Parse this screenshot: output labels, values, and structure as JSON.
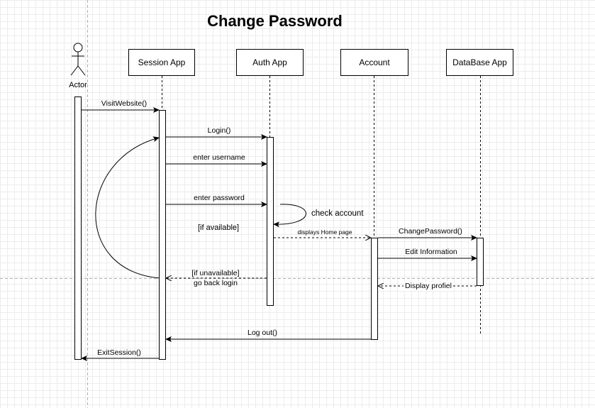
{
  "title": "Change Password",
  "actor": {
    "label": "Actor"
  },
  "participants": [
    "Session App",
    "Auth App",
    "Account",
    "DataBase App"
  ],
  "messages": {
    "visit_website": "VisitWebsite()",
    "login": "Login()",
    "enter_username": "enter username",
    "enter_password": "enter  password",
    "check_account": "check account",
    "if_available": "[if available]",
    "displays_home_page": "displays Home page",
    "change_password": "ChangePassword()",
    "edit_information": "Edit Information",
    "if_unavailable": "[if unavailable]",
    "go_back_login": "go back login",
    "display_profiel": "Display profiel",
    "log_out": "Log out()",
    "exit_session": "ExitSession()"
  }
}
